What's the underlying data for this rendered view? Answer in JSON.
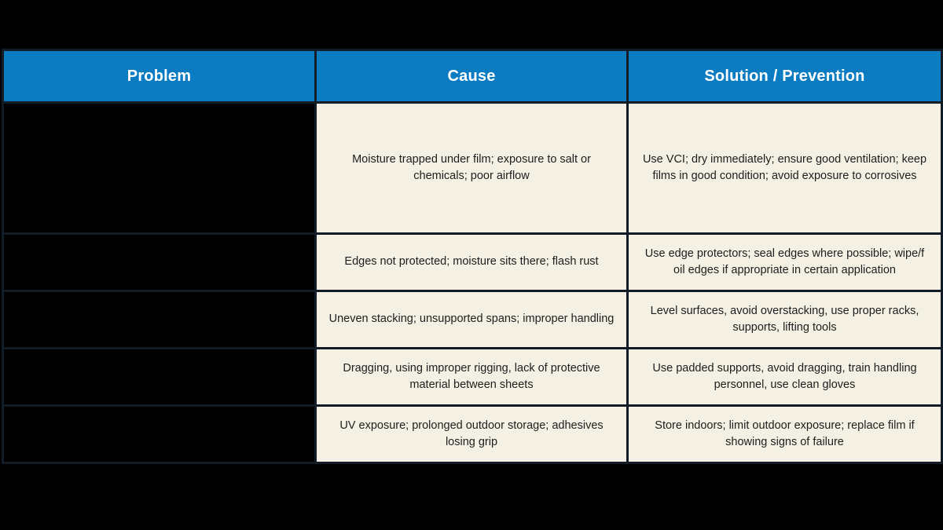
{
  "page": {
    "background_color": "#000000"
  },
  "table": {
    "style": {
      "header_bg": "#0b7cc2",
      "header_text_color": "#ffffff",
      "body_cell_bg": "#f4f1e4",
      "problem_cell_bg": "#000000",
      "border_color": "#121c26",
      "body_text_color": "#1d1d1d"
    },
    "columns": [
      {
        "label": "Problem"
      },
      {
        "label": "Cause"
      },
      {
        "label": "Solution / Prevention"
      }
    ],
    "rows": [
      {
        "problem": "",
        "cause": "Moisture trapped under film; exposure to salt or chemicals; poor airflow",
        "solution": "Use VCI; dry immediately; ensure good ventilation; keep films in good condition; avoid exposure to corrosives"
      },
      {
        "problem": "",
        "cause": "Edges not protected; moisture sits there; flash rust",
        "solution": "Use edge protectors; seal edges where possible; wipe/f oil edges if appropriate in certain application"
      },
      {
        "problem": "",
        "cause": "Uneven stacking; unsupported spans; improper handling",
        "solution": "Level surfaces, avoid overstacking, use proper racks, supports, lifting tools"
      },
      {
        "problem": "",
        "cause": "Dragging, using improper rigging, lack of protective material between sheets",
        "solution": "Use padded supports, avoid dragging, train handling personnel, use clean gloves"
      },
      {
        "problem": "",
        "cause": "UV exposure; prolonged outdoor storage; adhesives losing grip",
        "solution": "Store indoors; limit outdoor exposure; replace film if showing signs of failure"
      }
    ]
  }
}
